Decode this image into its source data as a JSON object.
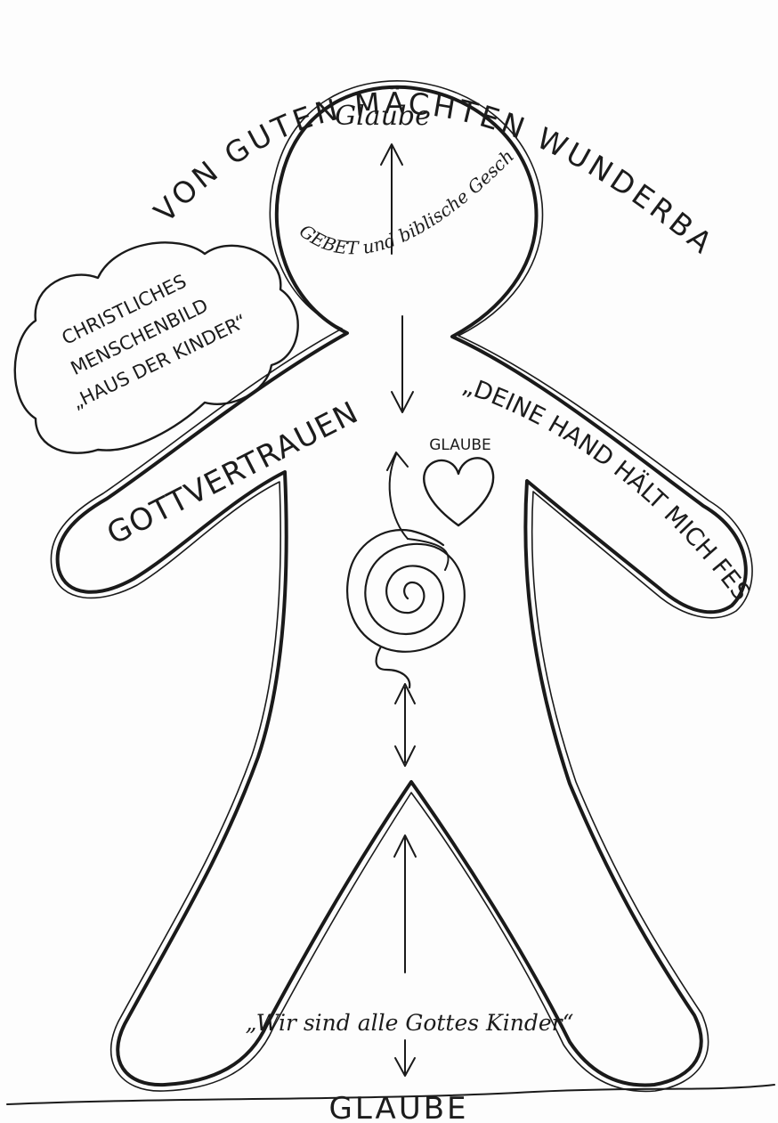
{
  "title": "VON GUTEN MÄCHTEN WUNDERBAR GEBORGEN",
  "head_label": "Glaube",
  "head_arc_text": "GEBET und biblische Geschichten",
  "cloud_lines": [
    "CHRISTLICHES",
    "MENSCHENBILD",
    "„HAUS DER KINDER“"
  ],
  "left_arm_text": "GOTTVERTRAUEN",
  "right_arm_text": "„DEINE HAND HÄLT MICH FEST“",
  "heart_label": "GLAUBE",
  "legs_text": "„Wir sind alle Gottes Kinder“",
  "ground_label": "GLAUBE"
}
